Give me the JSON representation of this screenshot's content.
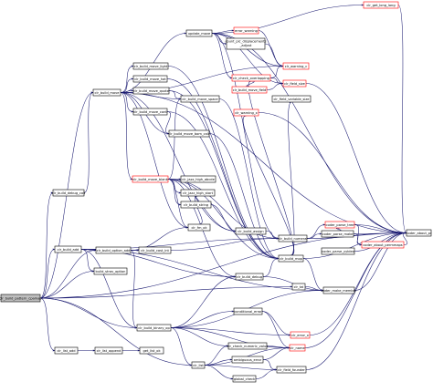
{
  "colors": {
    "edge": "#191970",
    "node_border": "#000000",
    "node_border_undocumented": "#ff0000",
    "root_fill": "#bfbfbf",
    "node_fill": "#ffffff"
  },
  "nodes": [
    {
      "id": "root",
      "label": "clr_build_pattern_cpamap",
      "style": "root"
    },
    {
      "id": "n_update_move",
      "label": "update_move",
      "style": "plain"
    },
    {
      "id": "n_build_move",
      "label": "clr_build_move",
      "style": "plain"
    },
    {
      "id": "n_move_light",
      "label": "clr_build_move_light",
      "style": "plain"
    },
    {
      "id": "n_move_hat",
      "label": "clr_build_move_hat",
      "style": "plain"
    },
    {
      "id": "n_move_quote",
      "label": "clr_build_move_quote",
      "style": "plain"
    },
    {
      "id": "n_move_cont",
      "label": "clr_build_move_cont",
      "style": "plain"
    },
    {
      "id": "n_move_space",
      "label": "clr_build_move_space",
      "style": "plain"
    },
    {
      "id": "n_move_blank",
      "label": "clr_build_move_blank",
      "style": "red"
    },
    {
      "id": "n_move_bom",
      "label": "clr_build_move_bom_calc",
      "style": "plain"
    },
    {
      "id": "n_jazz_high",
      "label": "clr_jazz_high_abcde",
      "style": "plain"
    },
    {
      "id": "n_jazz_start",
      "label": "clr_jazz_high_start",
      "style": "plain"
    },
    {
      "id": "n_string",
      "label": "clr_build_string",
      "style": "plain"
    },
    {
      "id": "n_debug_call",
      "label": "clr_build_debug_call",
      "style": "plain"
    },
    {
      "id": "n_fm_ok",
      "label": "clr_fm_ok",
      "style": "plain"
    },
    {
      "id": "n_assign",
      "label": "clr_build_assign",
      "style": "plain"
    },
    {
      "id": "n_build_add",
      "label": "clr_build_add",
      "style": "plain"
    },
    {
      "id": "n_option_add",
      "label": "clr_build_option_add",
      "style": "plain"
    },
    {
      "id": "n_cast_int",
      "label": "clr_build_cast_int",
      "style": "plain"
    },
    {
      "id": "n_strav_option",
      "label": "build_strav_option",
      "style": "plain"
    },
    {
      "id": "n_debug",
      "label": "clr_build_debug",
      "style": "plain"
    },
    {
      "id": "n_binary_op",
      "label": "clr_build_binary_op",
      "style": "plain"
    },
    {
      "id": "n_list_add",
      "label": "clr_list_add",
      "style": "plain"
    },
    {
      "id": "n_list_append",
      "label": "clr_list_append",
      "style": "plain"
    },
    {
      "id": "n_get_list",
      "label": "get_list_ok",
      "style": "plain"
    },
    {
      "id": "n_error_warning",
      "label": "error_warning",
      "style": "red"
    },
    {
      "id": "n_count_pic",
      "label": "count_pic_displacements _adjust",
      "style": "plain"
    },
    {
      "id": "n_warning_c",
      "label": "clr_warning_c",
      "style": "red"
    },
    {
      "id": "n_check_overlapping",
      "label": "clr_check_overlapping",
      "style": "red"
    },
    {
      "id": "n_field_size",
      "label": "clr_field_size",
      "style": "red"
    },
    {
      "id": "n_build_move_field",
      "label": "clr_build_move_field",
      "style": "red"
    },
    {
      "id": "n_warning_x",
      "label": "clr_warning_x",
      "style": "red"
    },
    {
      "id": "n_field_variable",
      "label": "clr_field_variable_size",
      "style": "plain"
    },
    {
      "id": "n_build_numeral",
      "label": "clr_build_numeral",
      "style": "plain"
    },
    {
      "id": "n_build_mop",
      "label": "clr_build_mop",
      "style": "plain"
    },
    {
      "id": "n_parse_tree",
      "label": "coder_parse_tree",
      "style": "red"
    },
    {
      "id": "n_parse_make",
      "label": "coder_parse_make",
      "style": "plain"
    },
    {
      "id": "n_parse_yylex",
      "label": "coder_parse_yyblex",
      "style": "plain"
    },
    {
      "id": "n_abort_permap",
      "label": "coder_about_permmaps",
      "style": "red"
    },
    {
      "id": "n_coder_abort",
      "label": "coder_about_pr",
      "style": "plain"
    },
    {
      "id": "n_get_long_long",
      "label": "clr_get_long_long",
      "style": "red"
    },
    {
      "id": "n_tal",
      "label": "clr_tal",
      "style": "plain"
    },
    {
      "id": "n_make_member",
      "label": "coder_make_member",
      "style": "plain"
    },
    {
      "id": "n_conditional",
      "label": "conditional_error",
      "style": "plain"
    },
    {
      "id": "n_error_x",
      "label": "clr_error_x",
      "style": "red"
    },
    {
      "id": "n_check_numeric",
      "label": "clr_check_numeric_value",
      "style": "plain"
    },
    {
      "id": "n_name",
      "label": "clr_name",
      "style": "red"
    },
    {
      "id": "n_list",
      "label": "clr_list",
      "style": "plain"
    },
    {
      "id": "n_ambiguous",
      "label": "ambiguous_error",
      "style": "plain"
    },
    {
      "id": "n_field_founder",
      "label": "clr_field_founder",
      "style": "plain"
    },
    {
      "id": "n_global_check",
      "label": "global_check",
      "style": "plain"
    }
  ],
  "edges": [
    [
      "root",
      "n_build_add"
    ],
    [
      "root",
      "n_debug_call"
    ],
    [
      "root",
      "n_list_add"
    ],
    [
      "root",
      "n_option_add"
    ],
    [
      "root",
      "n_binary_op"
    ],
    [
      "root",
      "n_strav_option"
    ],
    [
      "root",
      "n_build_move"
    ],
    [
      "root",
      "n_tal"
    ],
    [
      "root",
      "n_list"
    ],
    [
      "root",
      "n_coder_abort"
    ],
    [
      "n_build_move",
      "n_update_move"
    ],
    [
      "n_build_move",
      "n_move_light"
    ],
    [
      "n_build_move",
      "n_move_hat"
    ],
    [
      "n_build_move",
      "n_move_quote"
    ],
    [
      "n_build_move",
      "n_move_cont"
    ],
    [
      "n_build_move",
      "n_move_space"
    ],
    [
      "n_build_move",
      "n_move_blank"
    ],
    [
      "n_build_move",
      "n_move_bom"
    ],
    [
      "n_build_move",
      "n_fm_ok"
    ],
    [
      "n_build_move",
      "n_assign"
    ],
    [
      "n_build_move",
      "n_warning_c"
    ],
    [
      "n_build_move",
      "n_coder_abort"
    ],
    [
      "n_update_move",
      "n_error_warning"
    ],
    [
      "n_update_move",
      "n_count_pic"
    ],
    [
      "n_update_move",
      "n_warning_c"
    ],
    [
      "n_update_move",
      "n_check_overlapping"
    ],
    [
      "n_update_move",
      "n_field_size"
    ],
    [
      "n_update_move",
      "n_get_long_long"
    ],
    [
      "n_update_move",
      "n_build_numeral"
    ],
    [
      "n_update_move",
      "n_coder_abort"
    ],
    [
      "n_move_light",
      "n_build_mop"
    ],
    [
      "n_move_hat",
      "n_build_mop"
    ],
    [
      "n_move_quote",
      "n_build_mop"
    ],
    [
      "n_move_quote",
      "n_move_space"
    ],
    [
      "n_move_cont",
      "n_build_mop"
    ],
    [
      "n_move_cont",
      "n_move_bom"
    ],
    [
      "n_move_space",
      "n_build_mop"
    ],
    [
      "n_move_bom",
      "n_build_mop"
    ],
    [
      "n_move_blank",
      "n_jazz_high"
    ],
    [
      "n_move_blank",
      "n_jazz_start"
    ],
    [
      "n_move_blank",
      "n_string"
    ],
    [
      "n_move_blank",
      "n_fm_ok"
    ],
    [
      "n_move_blank",
      "n_assign"
    ],
    [
      "n_move_blank",
      "n_build_numeral"
    ],
    [
      "n_move_blank",
      "n_build_mop"
    ],
    [
      "n_move_blank",
      "n_move_space"
    ],
    [
      "n_move_blank",
      "n_debug"
    ],
    [
      "n_build_mop",
      "n_check_overlapping"
    ],
    [
      "n_build_mop",
      "n_warning_x"
    ],
    [
      "n_build_mop",
      "n_field_variable"
    ],
    [
      "n_build_mop",
      "n_coder_abort"
    ],
    [
      "n_build_mop",
      "n_make_member"
    ],
    [
      "n_check_overlapping",
      "n_warning_c"
    ],
    [
      "n_check_overlapping",
      "n_field_size"
    ],
    [
      "n_check_overlapping",
      "n_build_move_field"
    ],
    [
      "n_build_move_field",
      "n_field_size"
    ],
    [
      "n_error_warning",
      "n_warning_c"
    ],
    [
      "n_count_pic",
      "n_warning_c"
    ],
    [
      "n_field_size",
      "n_coder_abort"
    ],
    [
      "n_warning_x",
      "n_coder_abort"
    ],
    [
      "n_debug_call",
      "n_build_move"
    ],
    [
      "n_build_add",
      "n_option_add"
    ],
    [
      "n_build_add",
      "n_cast_int"
    ],
    [
      "n_build_add",
      "n_binary_op"
    ],
    [
      "n_build_add",
      "n_strav_option"
    ],
    [
      "n_build_add",
      "n_debug"
    ],
    [
      "n_build_add",
      "n_build_numeral"
    ],
    [
      "n_build_add",
      "n_make_member"
    ],
    [
      "n_option_add",
      "n_cast_int"
    ],
    [
      "n_option_add",
      "n_fm_ok"
    ],
    [
      "n_option_add",
      "n_binary_op"
    ],
    [
      "n_cast_int",
      "n_build_numeral"
    ],
    [
      "n_debug",
      "n_build_mop"
    ],
    [
      "n_debug",
      "n_make_member"
    ],
    [
      "n_string",
      "n_assign"
    ],
    [
      "n_assign",
      "n_build_numeral"
    ],
    [
      "n_build_numeral",
      "n_parse_make"
    ],
    [
      "n_build_numeral",
      "n_parse_tree"
    ],
    [
      "n_build_numeral",
      "n_coder_abort"
    ],
    [
      "n_parse_make",
      "n_parse_tree"
    ],
    [
      "n_parse_make",
      "n_abort_permap"
    ],
    [
      "n_parse_make",
      "n_coder_abort"
    ],
    [
      "n_parse_yylex",
      "n_coder_abort"
    ],
    [
      "n_parse_tree",
      "n_coder_abort"
    ],
    [
      "n_parse_tree",
      "n_abort_permap"
    ],
    [
      "n_abort_permap",
      "n_coder_abort"
    ],
    [
      "n_get_long_long",
      "n_coder_abort"
    ],
    [
      "n_binary_op",
      "n_conditional"
    ],
    [
      "n_binary_op",
      "n_check_numeric"
    ],
    [
      "n_binary_op",
      "n_error_x"
    ],
    [
      "n_binary_op",
      "n_list"
    ],
    [
      "n_binary_op",
      "n_make_member"
    ],
    [
      "n_binary_op",
      "n_name"
    ],
    [
      "n_binary_op",
      "n_debug"
    ],
    [
      "n_list_add",
      "n_list_append"
    ],
    [
      "n_list_append",
      "n_get_list"
    ],
    [
      "n_tal",
      "n_make_member"
    ],
    [
      "n_make_member",
      "n_coder_abort"
    ],
    [
      "n_conditional",
      "n_error_x"
    ],
    [
      "n_conditional",
      "n_name"
    ],
    [
      "n_check_numeric",
      "n_name"
    ],
    [
      "n_name",
      "n_coder_abort"
    ],
    [
      "n_error_x",
      "n_coder_abort"
    ],
    [
      "n_list",
      "n_check_numeric"
    ],
    [
      "n_list",
      "n_ambiguous"
    ],
    [
      "n_list",
      "n_global_check"
    ],
    [
      "n_list",
      "n_field_founder"
    ],
    [
      "n_list",
      "n_name"
    ],
    [
      "n_ambiguous",
      "n_name"
    ],
    [
      "n_ambiguous",
      "n_field_founder"
    ],
    [
      "n_global_check",
      "n_field_founder"
    ],
    [
      "n_field_founder",
      "n_coder_abort"
    ],
    [
      "n_fm_ok",
      "n_jazz_start"
    ]
  ]
}
